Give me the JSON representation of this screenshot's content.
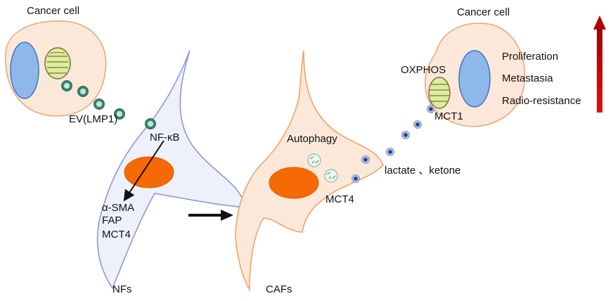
{
  "labels": {
    "cancer_cell_left": "Cancer cell",
    "cancer_cell_right": "Cancer cell",
    "ev": "EV(LMP1)",
    "nfkb": "NF-κB",
    "asma": "α-SMA",
    "fap": "FAP",
    "mct4_nf": "MCT4",
    "nfs": "NFs",
    "autophagy": "Autophagy",
    "mct4_caf": "MCT4",
    "cafs": "CAFs",
    "lactate": "lactate 、ketone",
    "oxphos": "OXPHOS",
    "mct1": "MCT1",
    "proliferation": "Proliferation",
    "metastasia": "Metastasia",
    "radio_resistance": "Radio-resistance"
  },
  "colors": {
    "cancer_fill": "#fce8d8",
    "cancer_stroke": "#e9a577",
    "nucleus_blue": "#8fb8ea",
    "nucleus_stroke": "#3f72c4",
    "nf_fill": "#eef1fb",
    "nf_stroke": "#8a8fe0",
    "caf_fill": "#fce8d8",
    "caf_stroke": "#f0a061",
    "orange_nucleus": "#f66a05",
    "mito_fill": "#d8ef9f",
    "mito_stroke": "#8a6b3a",
    "ev_fill": "#3d8b78",
    "lactate_dot": "#1f3f9e",
    "arrow_red": "#c0000a"
  }
}
